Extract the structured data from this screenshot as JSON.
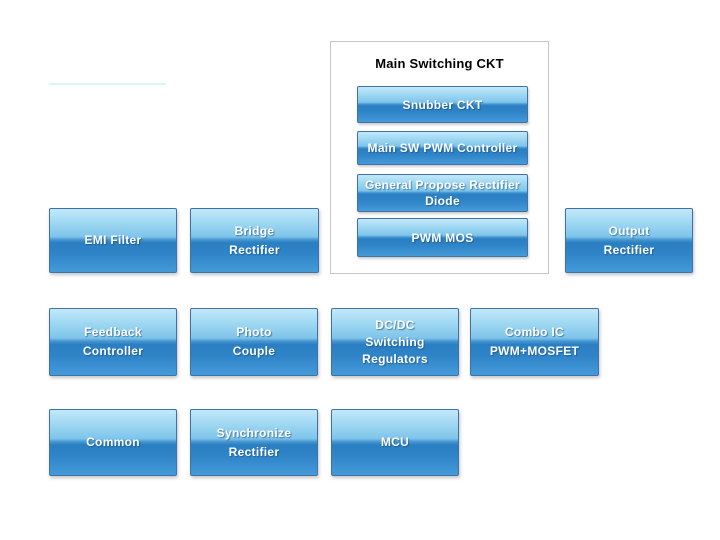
{
  "colors": {
    "block_border": "#3e72a8",
    "block_gradient_top": "#c2e9f9",
    "block_gradient_upper": "#7ec4ea",
    "block_gradient_mid": "#2a7ec2",
    "block_gradient_bottom": "#459ad8",
    "label_color": "#ffffff",
    "group_box_border": "#c6c6c6",
    "group_title_color": "#000000",
    "faint_line_color": "#d9f6f9"
  },
  "group_box": {
    "title": "Main Switching CKT",
    "buttons": [
      {
        "id": "snubber-ckt",
        "lines": [
          "Snubber CKT"
        ]
      },
      {
        "id": "main-sw-pwm-controller",
        "lines": [
          "Main SW PWM Controller"
        ]
      },
      {
        "id": "general-propose-rectifier-diode",
        "lines": [
          "General Propose Rectifier",
          "Diode"
        ]
      },
      {
        "id": "pwm-mos",
        "lines": [
          "PWM MOS"
        ]
      }
    ]
  },
  "blocks": [
    {
      "id": "emi-filter",
      "lines": [
        "EMI Filter"
      ]
    },
    {
      "id": "bridge-rectifier",
      "lines": [
        "Bridge",
        "Rectifier"
      ]
    },
    {
      "id": "output-rectifier",
      "lines": [
        "Output",
        "Rectifier"
      ]
    },
    {
      "id": "feedback-controller",
      "lines": [
        "Feedback",
        "Controller"
      ]
    },
    {
      "id": "photo-couple",
      "lines": [
        "Photo",
        "Couple"
      ]
    },
    {
      "id": "dcdc-switching-regulators",
      "lines": [
        "DC/DC",
        "Switching",
        "Regulators"
      ]
    },
    {
      "id": "combo-ic-pwm-mosfet",
      "lines": [
        "Combo IC",
        "PWM+MOSFET"
      ]
    },
    {
      "id": "common",
      "lines": [
        "Common"
      ]
    },
    {
      "id": "synchronize-rectifier",
      "lines": [
        "Synchronize",
        "Rectifier"
      ]
    },
    {
      "id": "mcu",
      "lines": [
        "MCU"
      ]
    }
  ]
}
